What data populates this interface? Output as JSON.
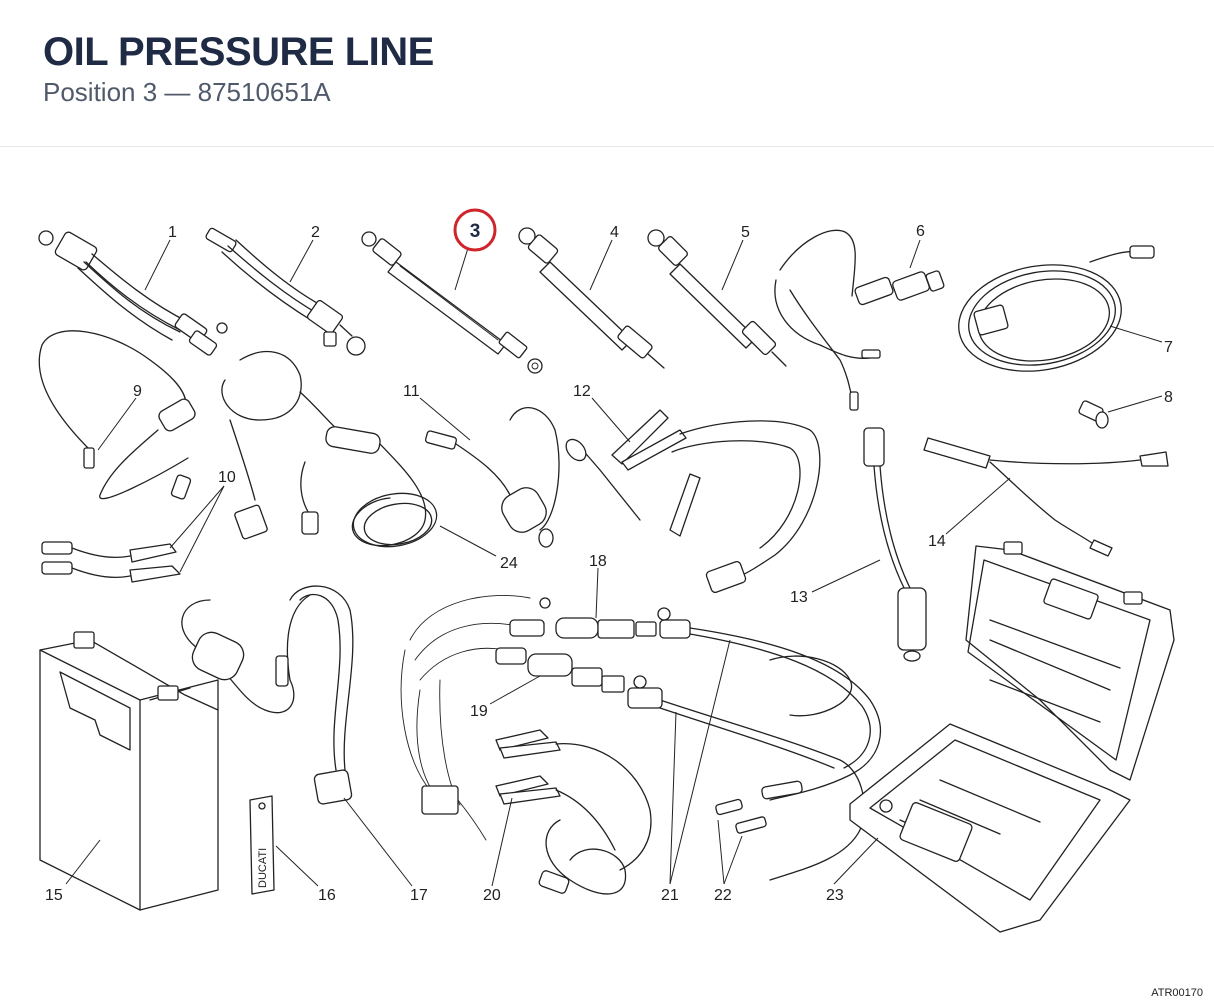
{
  "header": {
    "title": "OIL PRESSURE LINE",
    "subtitle": "Position 3 — 87510651A"
  },
  "diagram": {
    "highlight": {
      "label": "3",
      "color": "#d0242b"
    },
    "callouts": [
      "1",
      "2",
      "4",
      "5",
      "6",
      "7",
      "8",
      "9",
      "10",
      "11",
      "12",
      "13",
      "14",
      "15",
      "16",
      "17",
      "18",
      "19",
      "20",
      "21",
      "22",
      "23",
      "24"
    ],
    "drawing_code": "ATR00170",
    "tag_text": "DUCATI"
  }
}
